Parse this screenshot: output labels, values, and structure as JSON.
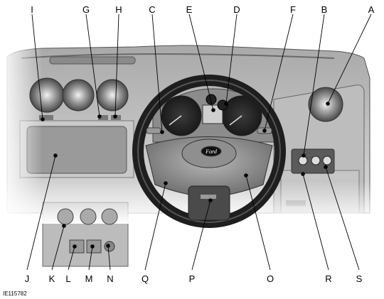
{
  "callouts": {
    "top": [
      "I",
      "G",
      "H",
      "C",
      "E",
      "D",
      "F",
      "B",
      "A"
    ],
    "bottom": [
      "J",
      "K",
      "L",
      "M",
      "N",
      "Q",
      "P",
      "O",
      "R",
      "S"
    ]
  },
  "image_code": "IE115782",
  "logo_text": "Ford"
}
